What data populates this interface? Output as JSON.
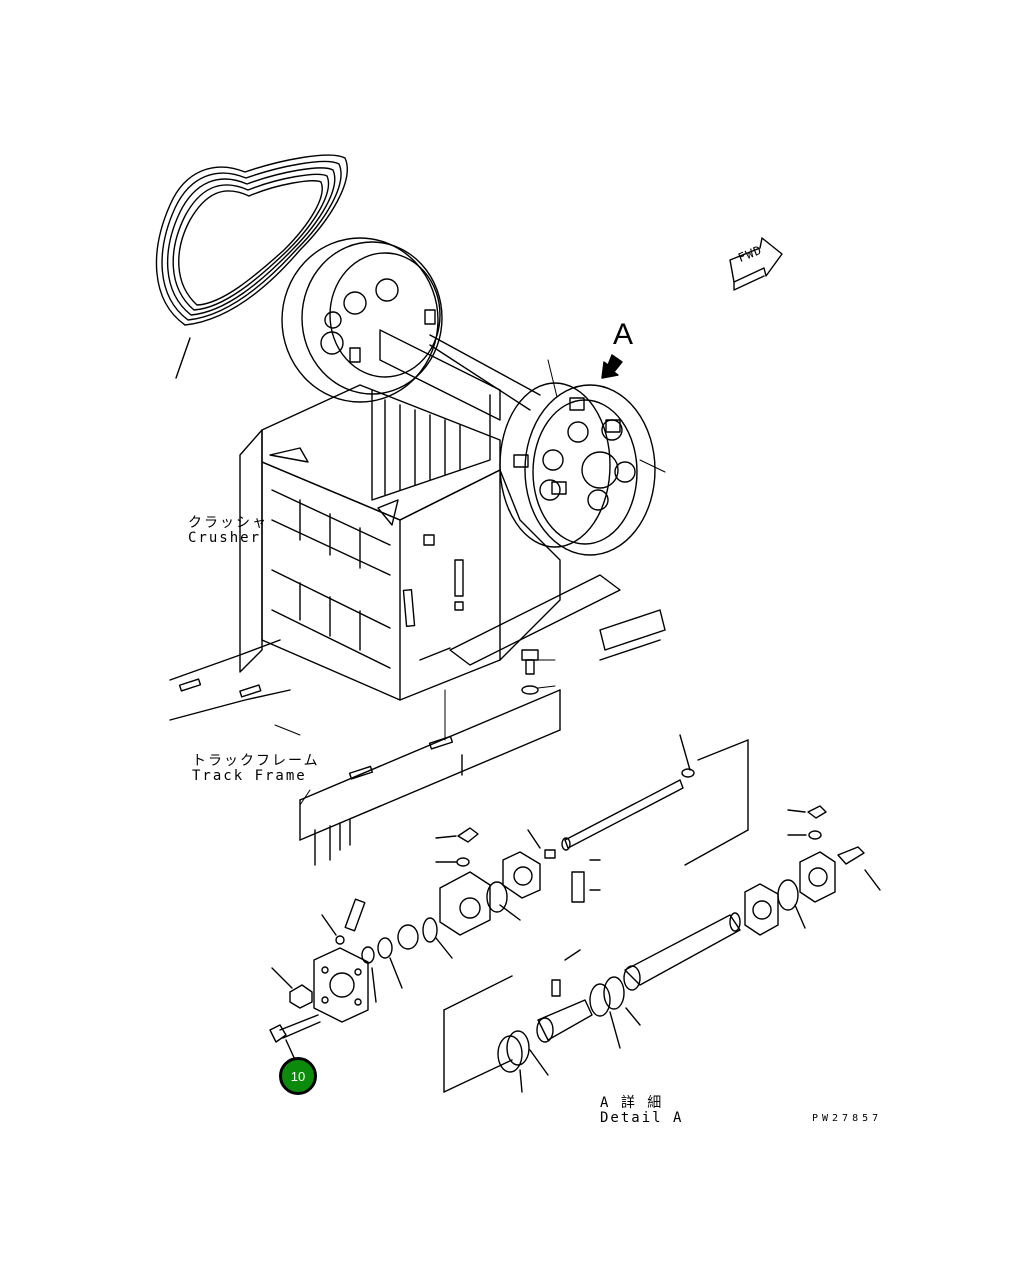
{
  "labels": {
    "crusher_jp": "クラッシャ",
    "crusher_en": "Crusher",
    "track_frame_jp": "トラックフレーム",
    "track_frame_en": "Track Frame",
    "detail_a_jp": "A 詳 細",
    "detail_a_en": "Detail A",
    "view_marker": "A",
    "fwd": "FWD",
    "drawing_number": "PW27857"
  },
  "callouts": [
    {
      "number": "10",
      "color": "#0c8a0c"
    }
  ],
  "colors": {
    "line": "#000000",
    "background": "#ffffff",
    "callout_fill": "#0c8a0c"
  }
}
